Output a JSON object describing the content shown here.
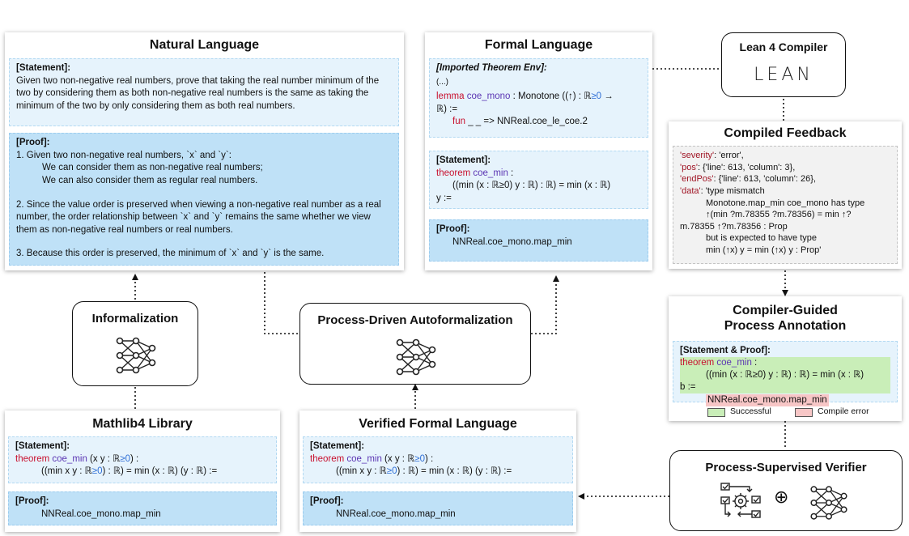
{
  "natural": {
    "title": "Natural Language",
    "statement_label": "[Statement]:",
    "statement_text": "Given two non-negative real numbers, prove that taking the real number minimum of the two by considering them as both non-negative real numbers is the same as taking the minimum of the two by only considering them as both real numbers.",
    "proof_label": "[Proof]:",
    "proof_1": "1. Given two non-negative real numbers, `x` and `y`:",
    "proof_1a": "We can consider them as non-negative real numbers;",
    "proof_1b": "We can also consider them as regular real numbers.",
    "proof_2": "2. Since the value order is preserved when viewing a non-negative real number as a real number, the order relationship between `x` and `y` remains the same whether we view them as non-negative real numbers or real numbers.",
    "proof_3": "3. Because this order is preserved, the minimum of `x` and `y` is the same."
  },
  "formal": {
    "title": "Formal Language",
    "env_label": "[Imported Theorem Env]:",
    "ellipsis": "(...)",
    "env_kw": "lemma",
    "env_name": "coe_mono",
    "env_sig_a": " : Monotone ((↑) : ℝ",
    "env_sig_num": "≥0",
    "env_sig_b": " →",
    "env_sig_c": "ℝ) :=",
    "env_fun_kw": "fun",
    "env_fun_rest": " _ _ => NNReal.coe_le_coe.2",
    "statement_label": "[Statement]:",
    "stmt_kw": "theorem",
    "stmt_name": "coe_min",
    "stmt_colon": " :",
    "stmt_line2": "((min (x : ℝ≥0) y : ℝ) : ℝ) = min (x : ℝ)",
    "stmt_line3": "y :=",
    "proof_label": "[Proof]:",
    "proof_text": "NNReal.coe_mono.map_min"
  },
  "lean": {
    "title": "Lean 4 Compiler",
    "logo": "LEAN"
  },
  "feedback": {
    "title": "Compiled Feedback",
    "k1": "'severity'",
    "v1": ": 'error',",
    "k2": "'pos'",
    "v2": ": {'line': 613, 'column': 3},",
    "k3": "'endPos'",
    "v3": ": {'line': 613, 'column': 26},",
    "k4": "'data'",
    "v4": ": 'type mismatch",
    "l5": "Monotone.map_min coe_mono has type",
    "l6": "↑(min ?m.78355 ?m.78356) = min ↑?",
    "l7": "m.78355 ↑?m.78356 : Prop",
    "l8": "but is expected to have type",
    "l9": "min (↑x) y = min (↑x) y : Prop'"
  },
  "annotation": {
    "title_1": "Compiler-Guided",
    "title_2": "Process Annotation",
    "label": "[Statement & Proof]:",
    "kw": "theorem",
    "name": "coe_min",
    "colon": " :",
    "line2": "((min (x : ℝ≥0) y : ℝ) : ℝ) = min (x : ℝ)",
    "line3": "b :=",
    "line4": "NNReal.coe_mono.map_min",
    "legend_success": "Successful",
    "legend_error": "Compile error",
    "success_color": "#c9eeb8",
    "error_color": "#f7c6c6"
  },
  "informalization": {
    "title": "Informalization",
    "icon": "neural-network-icon"
  },
  "autoformalization": {
    "title": "Process-Driven Autoformalization",
    "icon": "neural-network-icon"
  },
  "mathlib": {
    "title": "Mathlib4 Library",
    "statement_label": "[Statement]:",
    "kw": "theorem",
    "name": "coe_min",
    "sig_a": " (x y : ℝ",
    "sig_num": "≥0",
    "sig_b": ") :",
    "line2_a": "((min x y : ℝ",
    "line2_num": "≥0",
    "line2_b": ") : ℝ) = min (x : ℝ) (y : ℝ) :=",
    "proof_label": "[Proof]:",
    "proof_text": "NNReal.coe_mono.map_min"
  },
  "verified": {
    "title": "Verified Formal Language",
    "statement_label": "[Statement]:",
    "kw": "theorem",
    "name": "coe_min",
    "sig_a": " (x y : ℝ",
    "sig_num": "≥0",
    "sig_b": ") :",
    "line2_a": "((min x y : ℝ",
    "line2_num": "≥0",
    "line2_b": ") : ℝ) = min (x : ℝ) (y : ℝ) :=",
    "proof_label": "[Proof]:",
    "proof_text": "NNReal.coe_mono.map_min"
  },
  "verifier": {
    "title": "Process-Supervised Verifier",
    "plus": "⊕"
  },
  "colors": {
    "accent_light": "#e6f3fc",
    "accent_dark": "#bfe1f7",
    "keyword": "#c8102e",
    "name": "#5b35b3"
  }
}
